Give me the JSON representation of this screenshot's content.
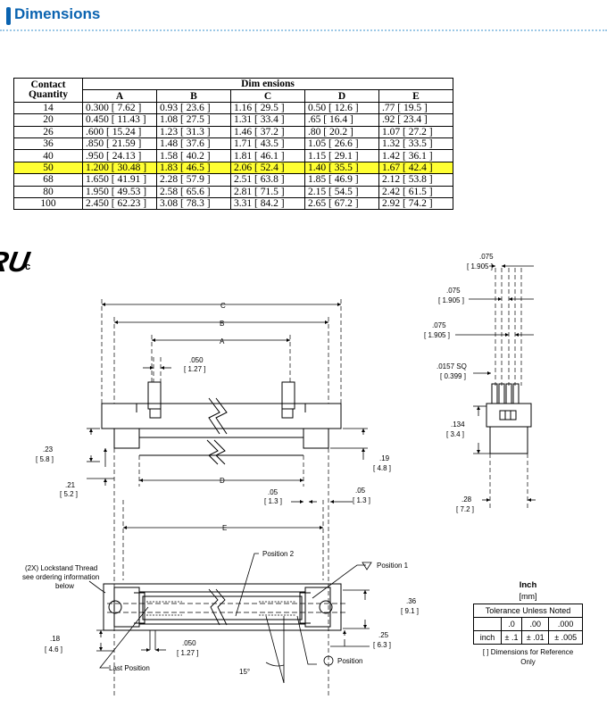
{
  "header": {
    "title": "Dimensions"
  },
  "table": {
    "contact_label_1": "Contact",
    "contact_label_2": "Quantity",
    "dimensions_label": "Dim ensions",
    "columns": [
      "A",
      "B",
      "C",
      "D",
      "E"
    ],
    "rows": [
      {
        "qty": "14",
        "A": "0.300 [ 7.62 ]",
        "B": "0.93 [ 23.6 ]",
        "C": "1.16 [ 29.5 ]",
        "D": "0.50 [ 12.6 ]",
        "E": ".77 [ 19.5 ]"
      },
      {
        "qty": "20",
        "A": "0.450 [ 11.43 ]",
        "B": "1.08 [ 27.5 ]",
        "C": "1.31 [ 33.4 ]",
        "D": ".65 [ 16.4 ]",
        "E": ".92 [ 23.4 ]"
      },
      {
        "qty": "26",
        "A": ".600 [ 15.24 ]",
        "B": "1.23 [ 31.3 ]",
        "C": "1.46 [ 37.2 ]",
        "D": ".80 [ 20.2 ]",
        "E": "1.07 [ 27.2 ]"
      },
      {
        "qty": "36",
        "A": ".850 [ 21.59 ]",
        "B": "1.48 [ 37.6 ]",
        "C": "1.71 [ 43.5 ]",
        "D": "1.05 [ 26.6 ]",
        "E": "1.32 [ 33.5 ]"
      },
      {
        "qty": "40",
        "A": ".950 [ 24.13 ]",
        "B": "1.58 [ 40.2 ]",
        "C": "1.81 [ 46.1 ]",
        "D": "1.15 [ 29.1 ]",
        "E": "1.42 [ 36.1 ]"
      },
      {
        "qty": "50",
        "A": "1.200 [ 30.48 ]",
        "B": "1.83 [ 46.5 ]",
        "C": "2.06 [ 52.4 ]",
        "D": "1.40 [ 35.5 ]",
        "E": "1.67 [ 42.4 ]",
        "highlight": true
      },
      {
        "qty": "68",
        "A": "1.650 [ 41.91 ]",
        "B": "2.28 [ 57.9 ]",
        "C": "2.51 [ 63.8 ]",
        "D": "1.85 [ 46.9 ]",
        "E": "2.12 [ 53.8 ]"
      },
      {
        "qty": "80",
        "A": "1.950 [ 49.53 ]",
        "B": "2.58 [ 65.6 ]",
        "C": "2.81 [ 71.5 ]",
        "D": "2.15 [ 54.5 ]",
        "E": "2.42 [ 61.5 ]"
      },
      {
        "qty": "100",
        "A": "2.450 [ 62.23 ]",
        "B": "3.08 [ 78.3 ]",
        "C": "3.31 [ 84.2 ]",
        "D": "2.65 [ 67.2 ]",
        "E": "2.92 [ 74.2 ]"
      }
    ],
    "highlight_color": "#ffff33"
  },
  "drawing": {
    "ul_mark_prefix": "c",
    "ul_mark": "RU",
    "labels": {
      "C": "C",
      "B": "B",
      "A": "A",
      "D": "D",
      "E": "E",
      "pitch_in": ".050",
      "pitch_mm": "[ 1.27 ]",
      "h23_in": ".23",
      "h23_mm": "[ 5.8 ]",
      "h21_in": ".21",
      "h21_mm": "[ 5.2 ]",
      "h19_in": ".19",
      "h19_mm": "[ 4.8 ]",
      "w05a_in": ".05",
      "w05a_mm": "[ 1.3 ]",
      "w05b_in": ".05",
      "w05b_mm": "[ 1.3 ]",
      "lockstand_1": "(2X) Lockstand Thread",
      "lockstand_2": "see ordering information",
      "lockstand_3": "below",
      "position_2": "Position 2",
      "position_1": "Position 1",
      "h36_in": ".36",
      "h36_mm": "[ 9.1 ]",
      "h18_in": ".18",
      "h18_mm": "[ 4.6 ]",
      "pitch2_in": ".050",
      "pitch2_mm": "[ 1.27 ]",
      "h25_in": ".25",
      "h25_mm": "[ 6.3 ]",
      "last_position": "Last Position",
      "position": "Position",
      "angle": "15°",
      "s075a_in": ".075",
      "s075a_mm": "[ 1.905 ]",
      "s075b_in": ".075",
      "s075b_mm": "[ 1.905 ]",
      "s075c_in": ".075",
      "s075c_mm": "[ 1.905 ]",
      "sq_in": ".0157 SQ",
      "sq_mm": "[ 0.399 ]",
      "h134_in": ".134",
      "h134_mm": "[ 3.4 ]",
      "w28_in": ".28",
      "w28_mm": "[ 7.2 ]"
    }
  },
  "tolerance": {
    "unit": "Inch",
    "unit_mm": "[mm]",
    "title": "Tolerance Unless Noted",
    "headers": [
      ".0",
      ".00",
      ".000"
    ],
    "row_label": "inch",
    "values": [
      "± .1",
      "± .01",
      "± .005"
    ],
    "note_1": "[ ] Dimensions for Reference",
    "note_2": "Only"
  }
}
